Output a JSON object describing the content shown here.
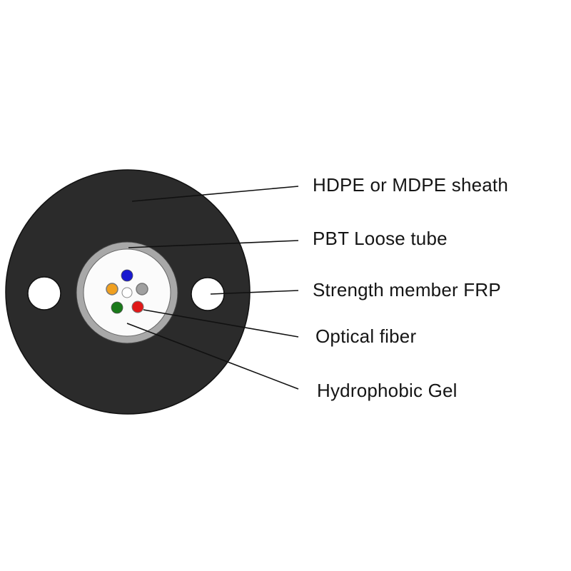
{
  "labels": {
    "sheath": "HDPE or MDPE sheath",
    "tube": "PBT Loose tube",
    "strength": "Strength member FRP",
    "fiber": "Optical fiber",
    "gel": "Hydrophobic Gel"
  },
  "colors": {
    "sheath": "#2b2b2b",
    "tube_ring": "#a8a8a8",
    "fiber_blue": "#1a1ad0",
    "fiber_orange": "#f0a020",
    "fiber_gray": "#a0a0a0",
    "fiber_green": "#1a7a1a",
    "fiber_red": "#e01818",
    "fiber_center": "#ffffff"
  }
}
